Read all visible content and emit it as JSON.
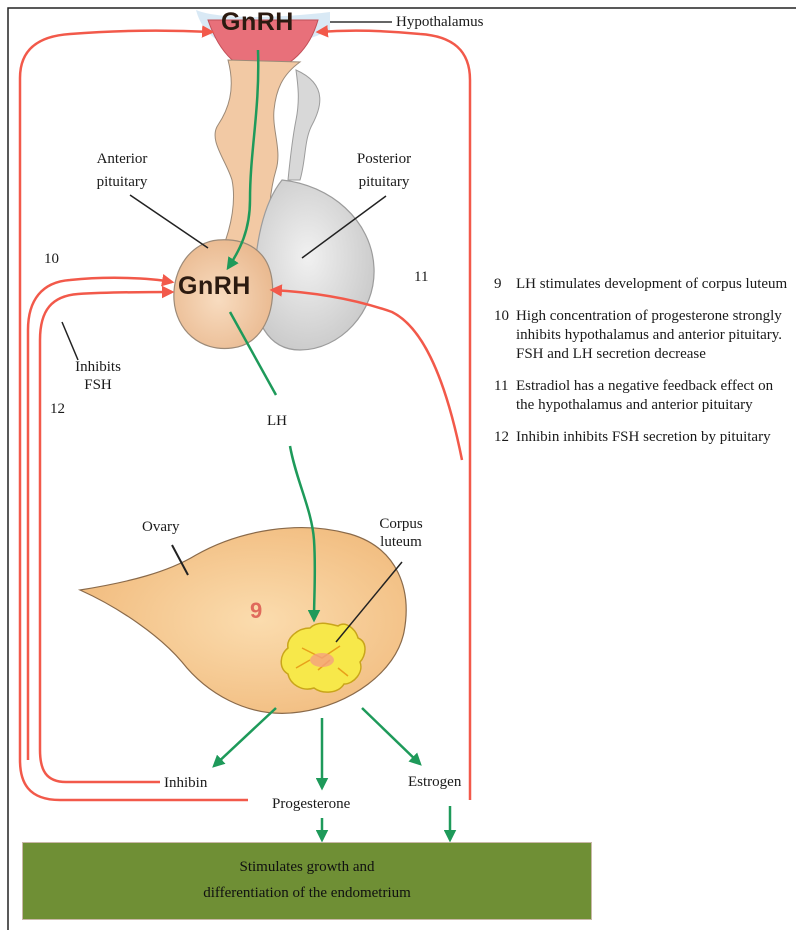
{
  "labels": {
    "gnrh_top": "GnRH",
    "hypothalamus": "Hypothalamus",
    "anterior_pituitary": [
      "Anterior",
      "pituitary"
    ],
    "posterior_pituitary": [
      "Posterior",
      "pituitary"
    ],
    "gnrh_pituitary": "GnRH",
    "num_10": "10",
    "num_11": "11",
    "num_12": "12",
    "inhibits_fsh": [
      "Inhibits",
      "FSH"
    ],
    "lh": "LH",
    "ovary": "Ovary",
    "corpus_luteum": [
      "Corpus",
      "luteum"
    ],
    "num_9": "9",
    "inhibin": "Inhibin",
    "progesterone": "Progesterone",
    "estrogen": "Estrogen"
  },
  "box": {
    "line1": "Stimulates growth and",
    "line2": "differentiation of the endometrium"
  },
  "notes": [
    {
      "num": "9",
      "text": "LH stimulates development of corpus luteum"
    },
    {
      "num": "10",
      "text": "High concentration of progesterone strongly inhibits hypothalamus and anterior pituitary. FSH and LH secretion decrease"
    },
    {
      "num": "11",
      "text": "Estradiol has a negative feedback effect on the hypothalamus and anterior pituitary"
    },
    {
      "num": "12",
      "text": "Inhibin  inhibits FSH secretion by pituitary"
    }
  ],
  "colors": {
    "feedback_arrow": "#f2594a",
    "stimulation_arrow": "#1e9a5a",
    "box_fill": "#6f8f35",
    "pituitary_anterior": "#f2c9a4",
    "pituitary_posterior": "#d9d9d9",
    "hypothalamus": "#e8707a",
    "ovary": "#f6c98f",
    "corpus_luteum": "#f7e84a"
  }
}
